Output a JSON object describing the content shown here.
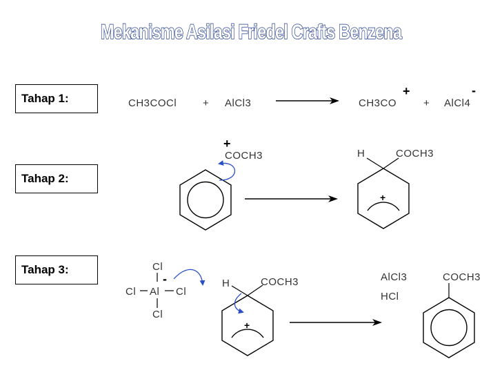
{
  "title": "Mekanisme Asilasi Friedel Crafts Benzena",
  "steps": [
    {
      "label": "Tahap 1:"
    },
    {
      "label": "Tahap 2:"
    },
    {
      "label": "Tahap 3:"
    }
  ],
  "step1": {
    "reactant1": "CH3COCl",
    "plus1": "+",
    "reactant2": "AlCl3",
    "product1": "CH3CO",
    "product1_charge": "+",
    "plus2": "+",
    "product2": "AlCl4",
    "product2_charge": "-"
  },
  "step2": {
    "acylium": "COCH3",
    "acylium_charge": "+",
    "intermediate_h": "H",
    "intermediate_group": "COCH3",
    "ring_charge": "+"
  },
  "step3": {
    "cl_top": "Cl",
    "cl_left": "Cl",
    "al": "Al",
    "cl_right": "Cl",
    "cl_bottom": "Cl",
    "al_charge": "-",
    "intermediate_h": "H",
    "intermediate_group": "COCH3",
    "ring_charge": "+",
    "byproduct1": "AlCl3",
    "byproduct2": "HCl",
    "product_group": "COCH3"
  },
  "colors": {
    "title_outline": "#1f3a8c",
    "curly_arrow": "#2a4fc4",
    "ink": "#000000"
  }
}
